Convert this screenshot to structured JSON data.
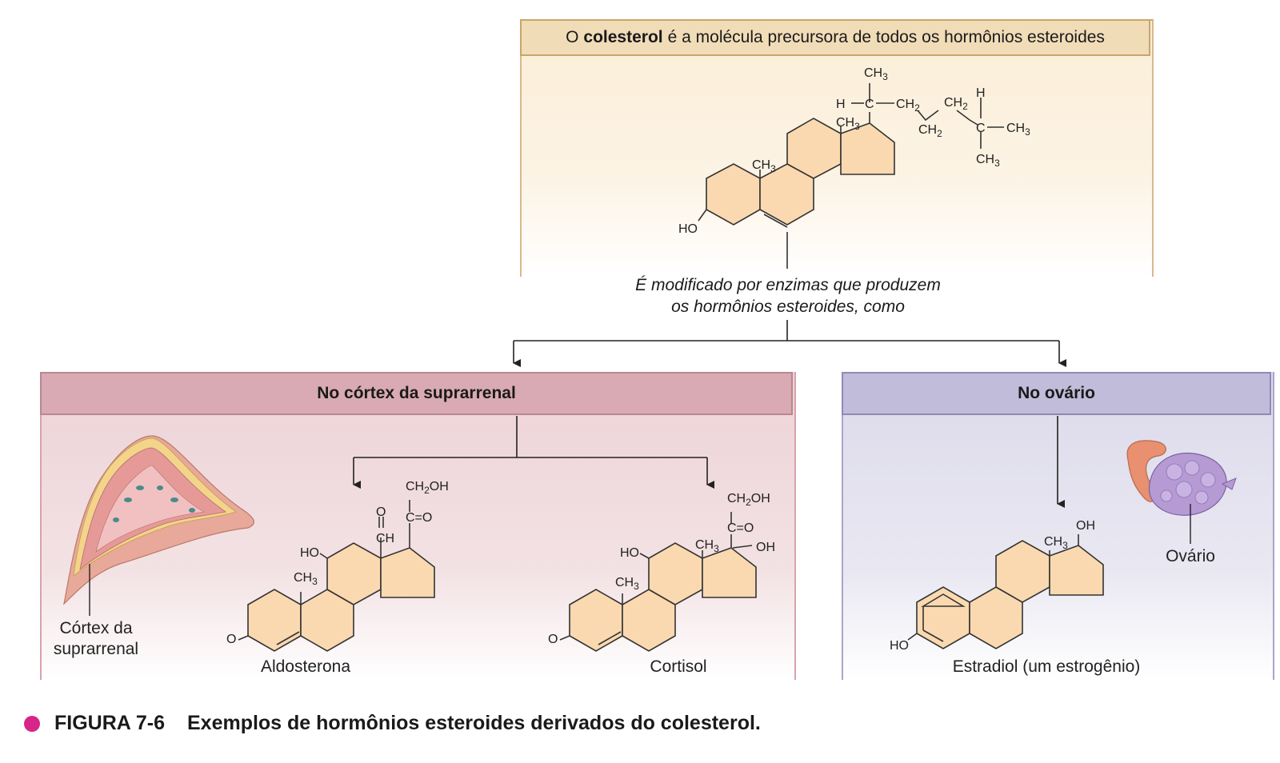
{
  "cholesterol": {
    "header_prefix": "O",
    "header_bold": "colesterol",
    "header_suffix": "é a molécula precursora de todos os hormônios esteroides",
    "groups": {
      "ch3": "CH",
      "ch2": "CH",
      "sub3": "3",
      "sub2": "2",
      "h": "H",
      "c": "C",
      "ho": "HO"
    }
  },
  "modification_text": {
    "line1": "É modificado por enzimas que produzem",
    "line2": "os hormônios esteroides, como"
  },
  "adrenal": {
    "header": "No córtex da suprarrenal",
    "tissue_label_line1": "Córtex da",
    "tissue_label_line2": "suprarrenal",
    "aldosterone": "Aldosterona",
    "cortisol": "Cortisol"
  },
  "ovary": {
    "header": "No ovário",
    "organ_label": "Ovário",
    "estradiol": "Estradiol (um estrogênio)"
  },
  "chem": {
    "ch2oh": "CH",
    "oh_suffix": "OH",
    "ceqo": "C=O",
    "o": "O",
    "ch": "CH",
    "ho": "HO",
    "oh": "OH"
  },
  "caption": {
    "figure": "FIGURA 7-6",
    "text": "Exemplos de hormônios esteroides derivados do colesterol."
  },
  "colors": {
    "ring_fill": "#fbd9b0",
    "cholesterol_header": "#f1dcb8",
    "adrenal_header": "#d9aab3",
    "ovary_header": "#c1bcd9",
    "bullet": "#d6268a"
  }
}
